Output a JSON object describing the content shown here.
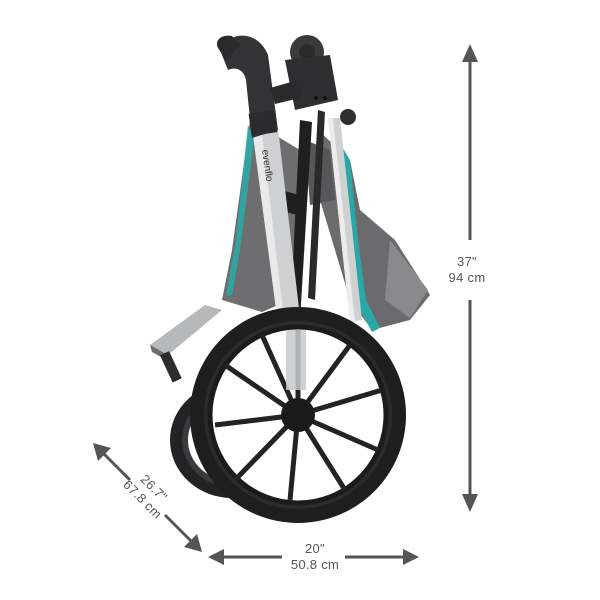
{
  "product": {
    "brand_mark": "evenflo",
    "description": "Folded three-wheel jogging stroller, side view with fold dimensions",
    "colors": {
      "frame": "#c9cacc",
      "plastic": "#2f2f31",
      "fabric": "#6b6b6e",
      "accent_trim": "#2aa8a6",
      "tire": "#1c1c1d",
      "arrow": "#555555",
      "background": "#ffffff"
    }
  },
  "dimensions": {
    "height": {
      "imperial": "37\"",
      "metric": "94 cm"
    },
    "width": {
      "imperial": "20\"",
      "metric": "50.8 cm"
    },
    "depth": {
      "imperial": "26.7\"",
      "metric": "67.8 cm"
    }
  }
}
